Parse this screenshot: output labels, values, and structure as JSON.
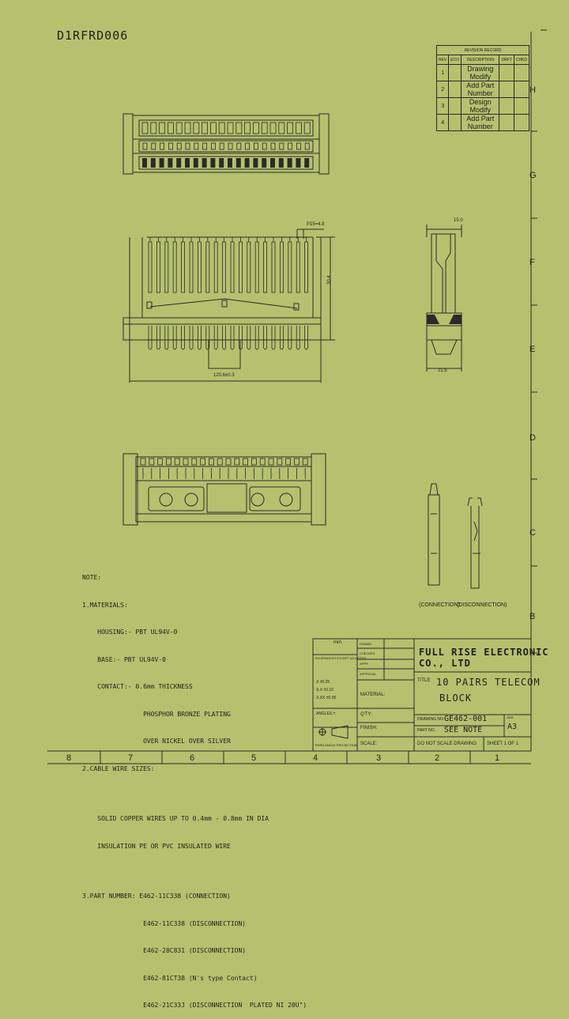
{
  "doc_id": "D1RFRD006",
  "revision": {
    "caption": "REVISION RECORD",
    "headers": [
      "REV",
      "ECO",
      "DESCRIPTION",
      "DRFT",
      "CHKD"
    ],
    "rows": [
      {
        "rev": "1",
        "description": "Drawing Modify"
      },
      {
        "rev": "2",
        "description": "Add Part Number"
      },
      {
        "rev": "3",
        "description": "Design Modify"
      },
      {
        "rev": "4",
        "description": "Add Part Number"
      }
    ]
  },
  "zones_right": [
    "H",
    "G",
    "F",
    "E",
    "D",
    "C",
    "B"
  ],
  "columns_bottom": [
    "8",
    "7",
    "6",
    "5",
    "4",
    "3",
    "2",
    "1"
  ],
  "dims": {
    "pitch": "P15=4.8",
    "overall_width": "120.6±0.3",
    "height": "30.4",
    "side_top": "15.0",
    "side_bottom": "21.5"
  },
  "labels": {
    "connection": "(CONNECTION)",
    "disconnection": "(DISCONNECTION)"
  },
  "notes": [
    "NOTE:",
    "1.MATERIALS:",
    "    HOUSING:- PBT UL94V-0",
    "    BASE:- PBT UL94V-0",
    "    CONTACT:- 0.6mm THICKNESS",
    "                PHOSPHOR BRONZE PLATING",
    "                OVER NICKEL OVER SILVER",
    "",
    "2.CABLE WIRE SIZES:",
    "",
    "    SOLID COPPER WIRES UP TO 0.4mm - 0.8mm IN DIA",
    "    INSULATION PE OR PVC INSULATED WIRE",
    "",
    "3.PART NUMBER: E462-11C338 (CONNECTION)",
    "",
    "                E462-11C338 (DISCONNECTION)",
    "                E462-28C831 (DISCONNECTION)",
    "                E462-81CT38 (N's type Contact)",
    "                E462-21C33J (DISCONNECTION  PLATED NI 20U\")"
  ],
  "title_block": {
    "company": "FULL RISE ELECTRONIC CO., LTD",
    "title_prefix": "TITLE",
    "title_line1": "10 PAIRS TELECOM",
    "title_line2": "BLOCK",
    "drawing_no_label": "DRAWING NO.",
    "drawing_no": "GE462-001",
    "part_no_label": "PART NO.",
    "part_no": "SEE NOTE",
    "size_label": "SIZE",
    "size": "A3",
    "material_label": "MATERIAL:",
    "qty_label": "Q'TY:",
    "finish_label": "FINISH:",
    "scale_label": "SCALE:",
    "third_angle": "THIRD ANGLE PROJECTION",
    "no_scale": "DO NOT SCALE DRAWING",
    "sheet": "SHEET 1  OF 1",
    "left_rows": [
      "DRAWN",
      "CHECKED",
      "APPR",
      "APPROVAL"
    ],
    "dim_unit": "mm",
    "tol_header": "TOLERANCES EXCEPT AS NOTED",
    "tol_rows": [
      "X ±0.25",
      "X.X ±0.10",
      "X.XX ±0.05"
    ],
    "angles": "ANGLES ±"
  }
}
